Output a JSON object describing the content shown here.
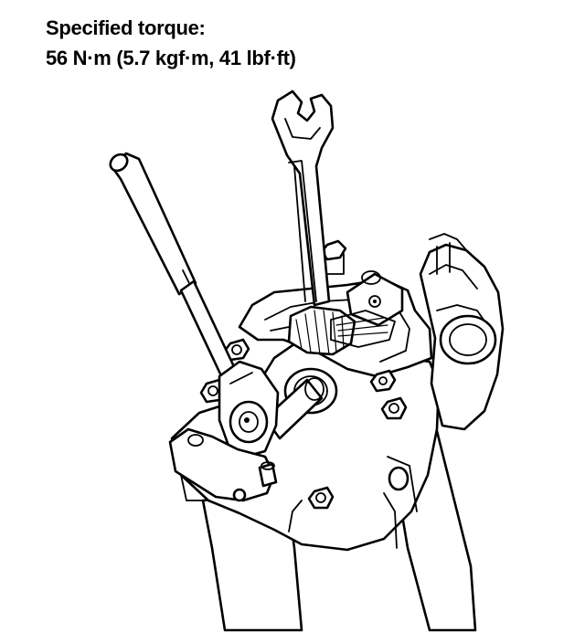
{
  "caption": {
    "line1": "Specified torque:",
    "line2": "56 N·m (5.7 kgf·m, 41 lbf·ft)"
  },
  "illustration": {
    "icon": "torque-wrench-on-transmission-illustration"
  }
}
